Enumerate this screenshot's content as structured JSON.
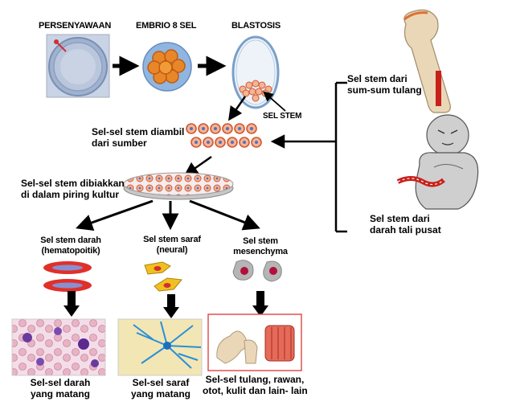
{
  "labels": {
    "fertilization": "PERSENYAWAAN",
    "embryo": "EMBRIO 8 SEL",
    "blastocyst": "BLASTOSIS",
    "stem_cell_tag": "SEL STEM",
    "taken_from_source": [
      "Sel-sel stem diambil",
      "dari sumber"
    ],
    "cultured": [
      "Sel-sel stem dibiakkan",
      "di dalam piring kultur"
    ],
    "bone_marrow_source": [
      "Sel stem dari",
      "sum-sum tulang"
    ],
    "cord_blood_source": [
      "Sel stem dari",
      "darah tali pusat"
    ],
    "blood_stem": [
      "Sel stem darah",
      "(hematopoitik)"
    ],
    "nerve_stem": [
      "Sel stem saraf",
      "(neural)"
    ],
    "mesenchyme_stem": [
      "Sel stem",
      "mesenchyma"
    ],
    "mature_blood": [
      "Sel-sel darah",
      "yang  matang"
    ],
    "mature_nerve": [
      "Sel-sel saraf",
      "yang matang"
    ],
    "mature_tissue": [
      "Sel-sel tulang, rawan,",
      "otot, kulit dan lain- lain"
    ]
  },
  "colors": {
    "arrow": "#000000",
    "cell_fill": "#f0b59a",
    "cell_ring": "#d4572a",
    "cell_core": "#5a6fb8",
    "blood_red": "#e0302a",
    "blood_inner": "#8a8fd0",
    "neuron_yellow": "#f0c020",
    "mesen_gray": "#b5b5b5",
    "mesen_core": "#b0103a",
    "cord_red": "#c8201a",
    "bone_tan": "#ead7b8"
  }
}
